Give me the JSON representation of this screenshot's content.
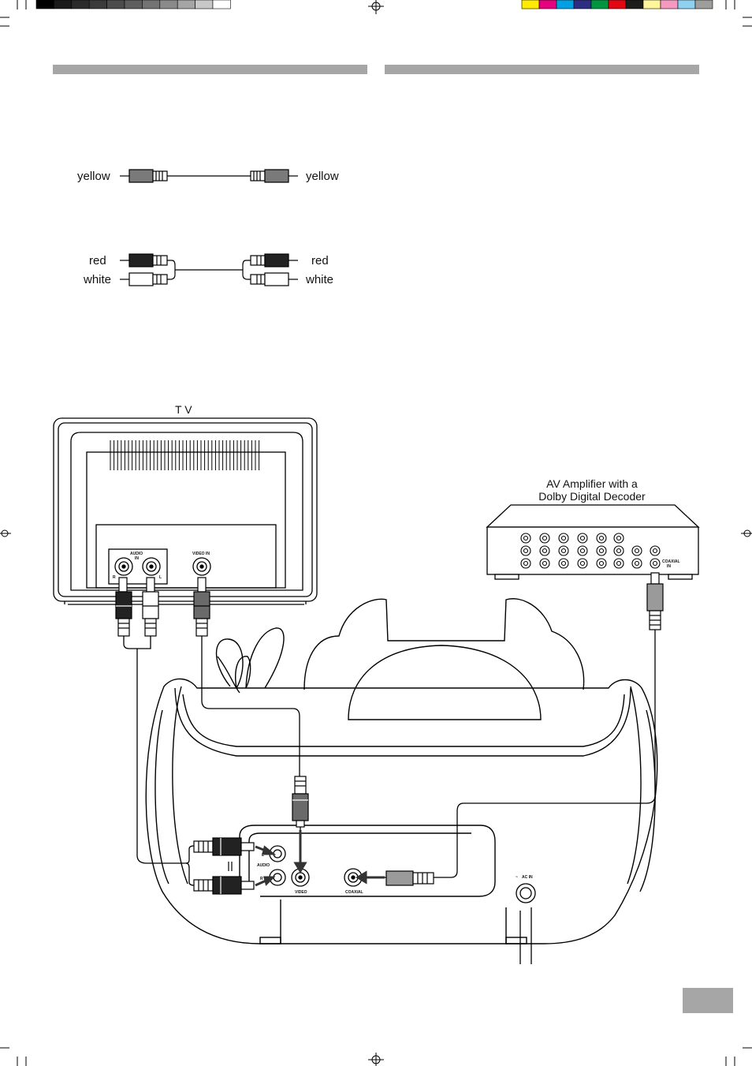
{
  "cables": {
    "video": {
      "left": "yellow",
      "right": "yellow"
    },
    "audio": {
      "left_top": "red",
      "left_bottom": "white",
      "right_top": "red",
      "right_bottom": "white"
    }
  },
  "tv": {
    "title": "T V",
    "audio_in": "AUDIO\nIN",
    "audio_in_line1": "AUDIO",
    "audio_in_line2": "IN",
    "r": "R",
    "l": "L",
    "video_in": "VIDEO IN"
  },
  "amplifier": {
    "title_line1": "AV Amplifier with a",
    "title_line2": "Dolby Digital Decoder",
    "coaxial_in_line1": "COAXIAL",
    "coaxial_in_line2": "IN"
  },
  "player": {
    "l": "L",
    "r": "R",
    "audio": "AUDIO",
    "video": "VIDEO",
    "coaxial": "COAXIAL",
    "ac_in": "AC IN"
  },
  "registration_colors": [
    "#ffec00",
    "#e6007e",
    "#00a0e3",
    "#2d2e83",
    "#00963f",
    "#e30613",
    "#1d1d1b",
    "#fff59b",
    "#f49ac1",
    "#8fd0f0",
    "#9d9d9c"
  ],
  "gray_ramp": [
    "#000000",
    "#1a1a1a",
    "#2b2b2b",
    "#3b3b3b",
    "#4c4c4c",
    "#5e5e5e",
    "#737373",
    "#8a8a8a",
    "#a5a5a5",
    "#c8c8c8",
    "#ffffff"
  ]
}
